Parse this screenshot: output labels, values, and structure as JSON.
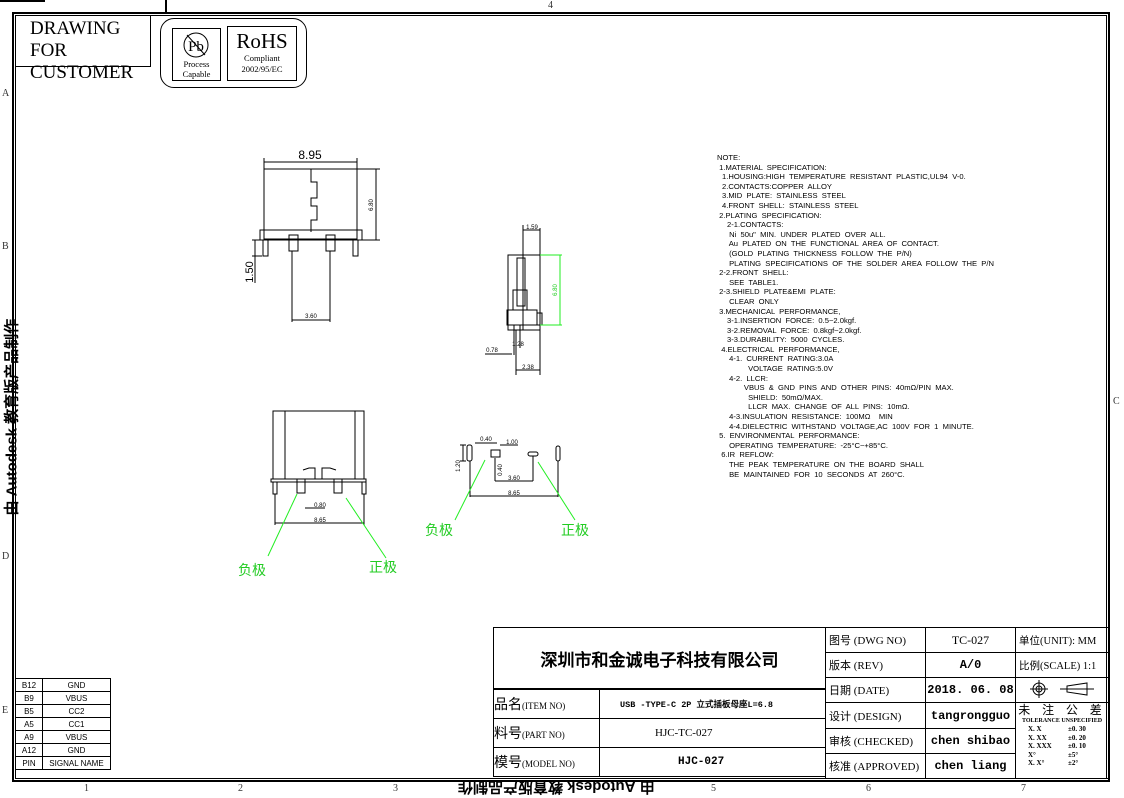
{
  "header": {
    "drawing_for_line1": "DRAWING FOR",
    "drawing_for_line2": "CUSTOMER",
    "pb_logo": {
      "symbol": "Pb",
      "line1": "Process",
      "line2": "Capable"
    },
    "rohs_logo": {
      "title": "RoHS",
      "line1": "Compliant",
      "line2": "2002/95/EC"
    }
  },
  "watermark": "由 Autodesk 教育版产品制作",
  "zones": {
    "rows": [
      "A",
      "B",
      "C",
      "D",
      "E"
    ],
    "cols": [
      "1",
      "2",
      "3",
      "4",
      "5",
      "6",
      "7"
    ]
  },
  "views": {
    "front": {
      "width_dim": "8.95",
      "height_dim": "6.80",
      "pin_dim": "1.50",
      "pitch_dim": "3.60"
    },
    "side": {
      "top_dim": "1.59",
      "height_dim": "6.80",
      "left_dim": "0.78",
      "mid_dim": "1.28",
      "bottom_dim": "2.38"
    },
    "bottom": {
      "pin_dim": "0.80",
      "width_dim": "8.65",
      "negative_label": "负极",
      "positive_label": "正极"
    },
    "footprint": {
      "dim_a": "0.40",
      "dim_b": "1.00",
      "dim_c": "1.20",
      "dim_d": "0.40",
      "dim_e": "3.60",
      "dim_f": "8.65",
      "negative_label": "负极",
      "positive_label": "正极"
    }
  },
  "notes": [
    {
      "level": 0,
      "text": "NOTE:"
    },
    {
      "level": 0,
      "text": " 1.MATERIAL  SPECIFICATION:"
    },
    {
      "level": 1,
      "text": "1.HOUSING:HIGH  TEMPERATURE  RESISTANT  PLASTIC,UL94  V-0."
    },
    {
      "level": 1,
      "text": "2.CONTACTS:COPPER  ALLOY"
    },
    {
      "level": 1,
      "text": "3.MID  PLATE:  STAINLESS  STEEL"
    },
    {
      "level": 1,
      "text": "4.FRONT  SHELL:  STAINLESS  STEEL"
    },
    {
      "level": 0,
      "text": " 2.PLATING  SPECIFICATION:"
    },
    {
      "level": 2,
      "text": "2-1.CONTACTS:"
    },
    {
      "level": 2,
      "text": " Ni  50u\"  MIN.  UNDER  PLATED  OVER  ALL."
    },
    {
      "level": 2,
      "text": " Au  PLATED  ON  THE  FUNCTIONAL  AREA  OF  CONTACT."
    },
    {
      "level": 2,
      "text": " (GOLD  PLATING  THICKNESS  FOLLOW  THE  P/N)"
    },
    {
      "level": 2,
      "text": " PLATING  SPECIFICATIONS  OF  THE  SOLDER  AREA  FOLLOW  THE  P/N"
    },
    {
      "level": 0,
      "text": " 2-2.FRONT  SHELL:"
    },
    {
      "level": 2,
      "text": " SEE  TABLE1."
    },
    {
      "level": 0,
      "text": " 2-3.SHIELD  PLATE&EMI  PLATE:"
    },
    {
      "level": 2,
      "text": " CLEAR  ONLY"
    },
    {
      "level": 0,
      "text": " 3.MECHANICAL  PERFORMANCE,"
    },
    {
      "level": 2,
      "text": "3-1.INSERTION  FORCE:  0.5~2.0kgf."
    },
    {
      "level": 2,
      "text": "3-2.REMOVAL  FORCE:  0.8kgf~2.0kgf."
    },
    {
      "level": 2,
      "text": "3-3.DURABILITY:  5000  CYCLES."
    },
    {
      "level": 0,
      "text": "  4.ELECTRICAL  PERFORMANCE,"
    },
    {
      "level": 2,
      "text": " 4-1.  CURRENT  RATING:3.0A"
    },
    {
      "level": 2,
      "text": "          VOLTAGE  RATING:5.0V"
    },
    {
      "level": 2,
      "text": " 4-2.  LLCR:"
    },
    {
      "level": 2,
      "text": "        VBUS  &  GND  PINS  AND  OTHER  PINS:  40mΩ/PIN  MAX."
    },
    {
      "level": 2,
      "text": "          SHIELD:  50mΩ/MAX."
    },
    {
      "level": 2,
      "text": "          LLCR  MAX.  CHANGE  OF  ALL  PINS:  10mΩ."
    },
    {
      "level": 2,
      "text": " 4-3.INSULATION  RESISTANCE:  100MΩ    MIN"
    },
    {
      "level": 2,
      "text": " 4-4.DIELECTRIC  WITHSTAND  VOLTAGE,AC  100V  FOR  1  MINUTE."
    },
    {
      "level": 0,
      "text": " 5.  ENVIRONMENTAL  PERFORMANCE:"
    },
    {
      "level": 2,
      "text": " OPERATING  TEMPERATURE:  -25°C~+85°C."
    },
    {
      "level": 0,
      "text": "  6.IR  REFLOW:"
    },
    {
      "level": 2,
      "text": " THE  PEAK  TEMPERATURE  ON  THE  BOARD  SHALL"
    },
    {
      "level": 2,
      "text": " BE  MAINTAINED  FOR  10  SECONDS  AT  260°C."
    }
  ],
  "pin_table": {
    "rows": [
      {
        "pin": "B12",
        "signal": "GND"
      },
      {
        "pin": "B9",
        "signal": "VBUS"
      },
      {
        "pin": "B5",
        "signal": "CC2"
      },
      {
        "pin": "A5",
        "signal": "CC1"
      },
      {
        "pin": "A9",
        "signal": "VBUS"
      },
      {
        "pin": "A12",
        "signal": "GND"
      }
    ],
    "header_pin": "PIN",
    "header_signal": "SIGNAL  NAME"
  },
  "title_block": {
    "company": "深圳市和金诚电子科技有限公司",
    "item_label": "品名",
    "item_label_en": "(ITEM NO)",
    "item_value": "USB -TYPE-C 2P 立式插板母座L=6.8",
    "part_label": "料号",
    "part_label_en": "(PART NO)",
    "part_value": "HJC-TC-027",
    "model_label": "模号",
    "model_label_en": "(MODEL NO)",
    "model_value": "HJC-027",
    "dwg_label": "图号 (DWG NO)",
    "dwg_value": "TC-027",
    "rev_label": "版本 (REV)",
    "rev_value": "A/0",
    "date_label": "日期 (DATE)",
    "date_value": "2018. 06. 08",
    "design_label": "设计 (DESIGN)",
    "design_value": "tangrongguo",
    "checked_label": "审核 (CHECKED)",
    "checked_value": "chen shibao",
    "approved_label": "核准 (APPROVED)",
    "approved_value": "chen liang",
    "unit": "单位(UNIT): MM",
    "scale": "比例(SCALE) 1:1",
    "tolerance_title": "未 注 公 差",
    "tolerance_subtitle": "TOLERANCE UNSPECIFIED",
    "tolerances": [
      {
        "format": "X. X",
        "value": "±0. 30"
      },
      {
        "format": "X. XX",
        "value": "±0. 20"
      },
      {
        "format": "X. XXX",
        "value": "±0. 10"
      },
      {
        "format": "X°",
        "value": "±5°"
      },
      {
        "format": "X. X°",
        "value": "±2°"
      }
    ]
  }
}
